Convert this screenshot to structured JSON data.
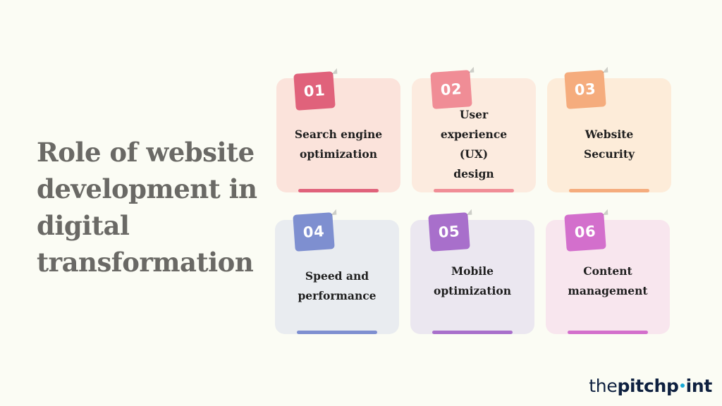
{
  "title_lines": [
    "Role of website",
    "development in",
    "digital",
    "transformation"
  ],
  "cards": [
    {
      "number": "01",
      "label": "Search engine optimization",
      "colors": {
        "bg": "#fbe3db",
        "badge": "#e0627b",
        "bar": "#e0627b"
      }
    },
    {
      "number": "02",
      "label": "User experience (UX) design",
      "colors": {
        "bg": "#fcebdf",
        "badge": "#f08d96",
        "bar": "#f08d96"
      }
    },
    {
      "number": "03",
      "label": "Website Security",
      "colors": {
        "bg": "#fdecd9",
        "badge": "#f5ac7d",
        "bar": "#f5ac7d"
      }
    },
    {
      "number": "04",
      "label": "Speed and performance",
      "colors": {
        "bg": "#e9ecf0",
        "badge": "#7e8fd0",
        "bar": "#7e8fd0"
      }
    },
    {
      "number": "05",
      "label": "Mobile optimization",
      "colors": {
        "bg": "#ebe7f0",
        "badge": "#a86fcb",
        "bar": "#a86fcb"
      }
    },
    {
      "number": "06",
      "label": "Content management",
      "colors": {
        "bg": "#f8e6ee",
        "badge": "#d36fcc",
        "bar": "#d36fcc"
      }
    }
  ],
  "logo": {
    "part1": "the",
    "part2": "pitchp",
    "part3": "int",
    "dot_color": "#16a9d4"
  }
}
